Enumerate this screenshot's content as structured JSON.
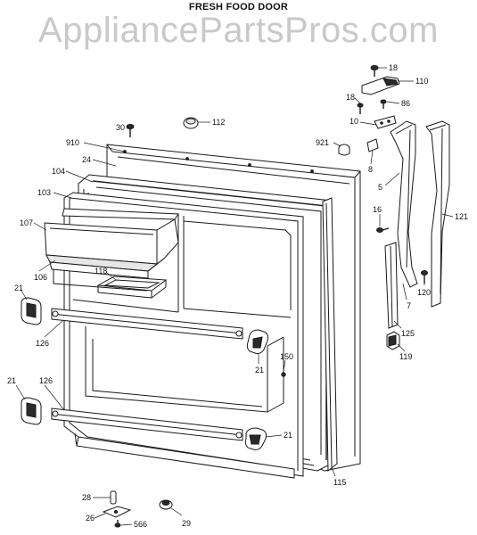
{
  "title": "FRESH FOOD DOOR",
  "watermark": "AppliancePartsPros.com",
  "callouts": {
    "c18a": "18",
    "c110": "110",
    "c18b": "18",
    "c86": "86",
    "c10": "10",
    "c30": "30",
    "c112": "112",
    "c910": "910",
    "c921": "921",
    "c24": "24",
    "c104": "104",
    "c103": "103",
    "c8": "8",
    "c5": "5",
    "c121": "121",
    "c107": "107",
    "c16": "16",
    "c106": "106",
    "c118": "118",
    "c21a": "21",
    "c120": "120",
    "c7": "7",
    "c126a": "126",
    "c125": "125",
    "c21b": "21",
    "c119": "119",
    "c150": "150",
    "c21c": "21",
    "c126b": "126",
    "c21d": "21",
    "c115": "115",
    "c28": "28",
    "c26": "26",
    "c566": "566",
    "c29": "29"
  }
}
